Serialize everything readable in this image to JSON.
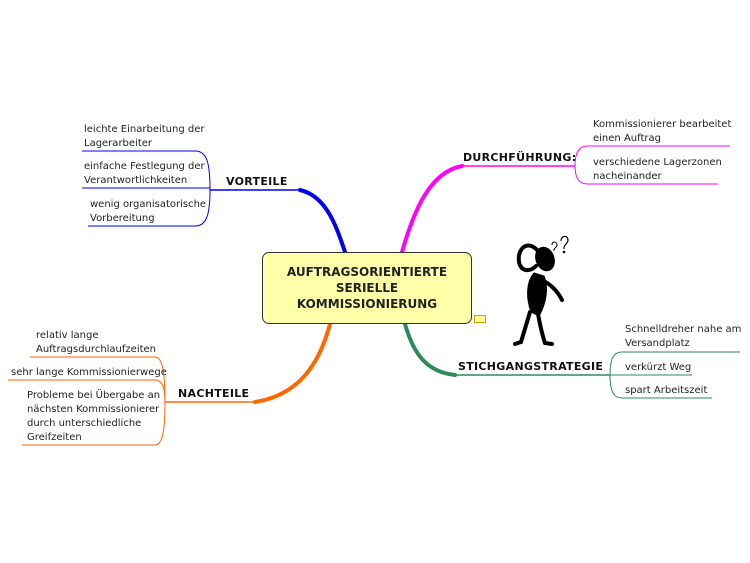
{
  "central": {
    "title": "AUFTRAGSORIENTIERTE\nSERIELLE\nKOMMISSIONIERUNG"
  },
  "colors": {
    "vorteile": "#0000ee",
    "nachteile": "#ff6600",
    "durchfuehrung": "#ff00ff",
    "stichgang": "#2e8b57",
    "central_fill": "#ffffaa"
  },
  "branches": {
    "vorteile": {
      "label": "VORTEILE",
      "items": [
        "leichte Einarbeitung der\nLagerarbeiter",
        "einfache Festlegung der\nVerantwortlichkeiten",
        "wenig organisatorische\nVorbereitung"
      ]
    },
    "nachteile": {
      "label": "NACHTEILE",
      "items": [
        "relativ lange\nAuftragsdurchlaufzeiten",
        "sehr lange Kommissionierwege",
        "Probleme bei Übergabe an\nnächsten Kommissionierer\ndurch unterschiedliche\nGreifzeiten"
      ]
    },
    "durchfuehrung": {
      "label": "DURCHFÜHRUNG:",
      "items": [
        "Kommissionierer bearbeitet\neinen Auftrag",
        "verschiedene Lagerzonen\nnacheinander"
      ]
    },
    "stichgang": {
      "label": "STICHGANGSTRATEGIE",
      "items": [
        "Schnelldreher nahe am\nVersandplatz",
        "verkürzt Weg",
        "spart Arbeitszeit"
      ]
    }
  },
  "icons": {
    "thinking_figure": "thinking-person-icon",
    "note": "note-icon"
  }
}
